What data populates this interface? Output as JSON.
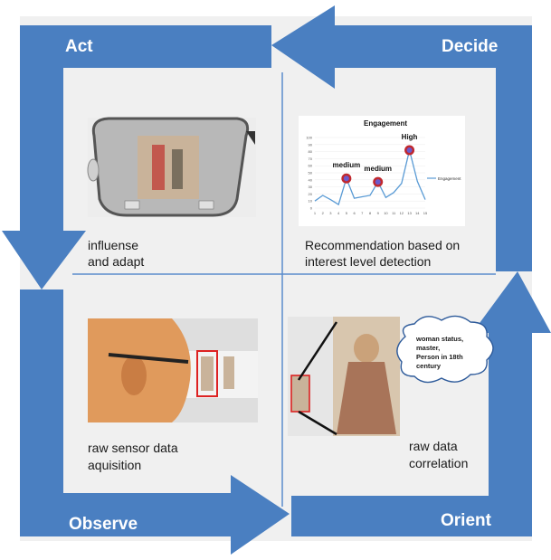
{
  "loop": {
    "act": "Act",
    "decide": "Decide",
    "observe": "Observe",
    "orient": "Orient",
    "arrow_color": "#4a7fc1",
    "background_color": "#f0f0f0"
  },
  "quadrants": {
    "act_caption_line1": "influense",
    "act_caption_line2": "and adapt",
    "decide_caption_line1": "Recommendation based on",
    "decide_caption_line2": "interest level detection",
    "observe_caption_line1": "raw sensor data",
    "observe_caption_line2": "aquisition",
    "orient_caption_line1": "raw data",
    "orient_caption_line2": "correlation"
  },
  "cloud": {
    "line1": "woman status,",
    "line2": "master,",
    "line3": "Person in 18th",
    "line4": "century"
  },
  "chart_data": {
    "type": "line",
    "title": "Engagement",
    "x": [
      1,
      2,
      3,
      4,
      5,
      6,
      7,
      8,
      9,
      10,
      11,
      12,
      13,
      14,
      15
    ],
    "x_tick_labels": [
      "1",
      "2",
      "3",
      "4",
      "5",
      "6",
      "7",
      "8",
      "9",
      "10",
      "11",
      "12",
      "13",
      "14",
      "15"
    ],
    "series": [
      {
        "name": "Engagement",
        "values": [
          10,
          18,
          12,
          5,
          42,
          14,
          16,
          18,
          37,
          15,
          22,
          35,
          82,
          38,
          12
        ]
      }
    ],
    "ylim": [
      0,
      100
    ],
    "y_ticks": [
      0,
      10,
      20,
      30,
      40,
      50,
      60,
      70,
      80,
      90,
      100
    ],
    "line_color": "#5a9bd5",
    "highlight_color": "#c0282e",
    "highlights": [
      {
        "index": 4,
        "label": "medium"
      },
      {
        "index": 8,
        "label": "medium"
      },
      {
        "index": 12,
        "label": "High"
      }
    ],
    "legend": "right"
  }
}
